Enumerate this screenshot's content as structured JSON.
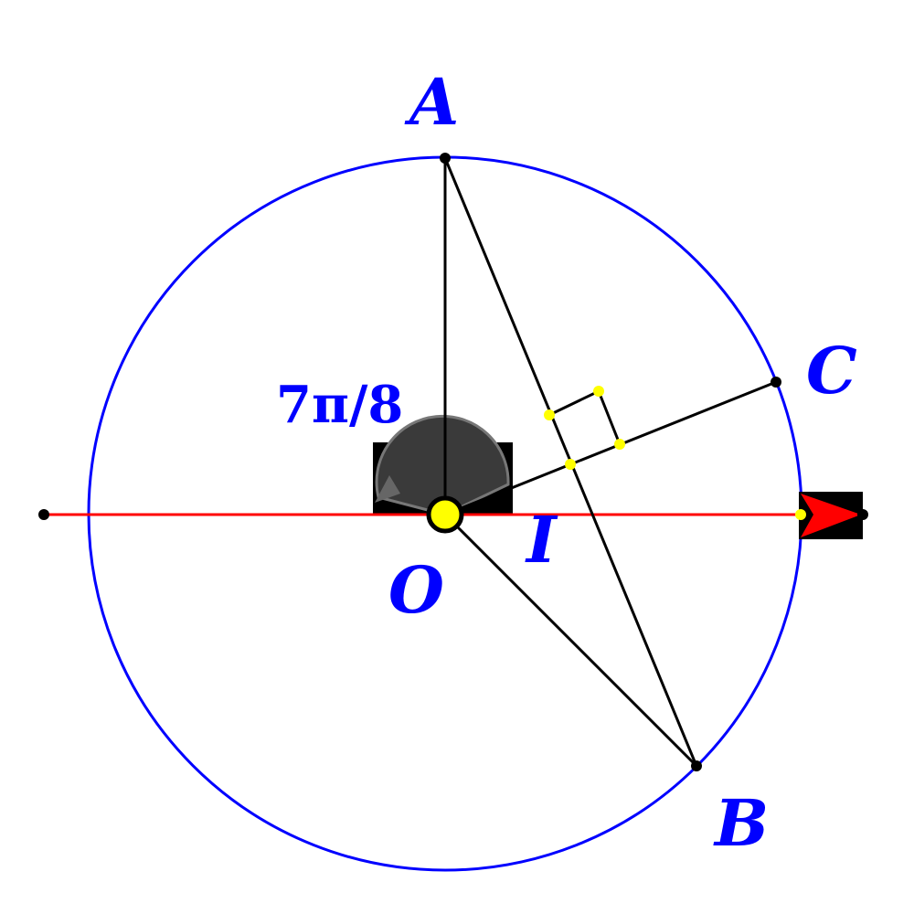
{
  "diagram": {
    "labels": {
      "A": "A",
      "B": "B",
      "C": "C",
      "O": "O",
      "I": "I",
      "angle": "7π/8"
    },
    "colors": {
      "circle": "#0000ff",
      "axis": "#ff0000",
      "segment": "#000000",
      "label": "#0000ff",
      "marker": "#ffff00",
      "arrow": "#ff0000",
      "label_box": "#000000",
      "angle_arc": "#444444"
    }
  }
}
